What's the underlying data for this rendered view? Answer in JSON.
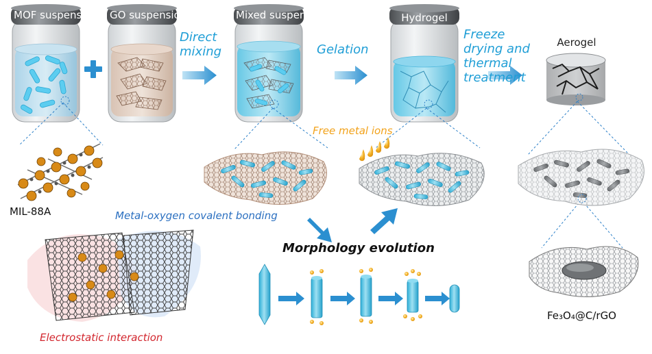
{
  "jars": {
    "mof": "MOF suspension",
    "go": "GO suspension",
    "mixed": "Mixed suspension",
    "hydrogel": "Hydrogel",
    "aerogel": "Aerogel"
  },
  "steps": {
    "direct_mixing": "Direct mixing",
    "gelation": "Gelation",
    "freeze_drying": "Freeze drying and thermal treatment"
  },
  "labels": {
    "mil88a": "MIL-88A",
    "free_metal_ions": "Free metal ions",
    "metal_oxygen_bonding": "Metal-oxygen covalent bonding",
    "electrostatic": "Electrostatic interaction",
    "morphology_evolution": "Morphology evolution",
    "product": "Fe₃O₄@C/rGO"
  },
  "colors": {
    "step_blue": "#1f9ed6",
    "ion_orange": "#f2a21a",
    "bond_blue": "#2a6fc0",
    "elec_red": "#d2262e",
    "rod_cyan": "#4cc6e8",
    "go_brown": "#b98a6a"
  }
}
